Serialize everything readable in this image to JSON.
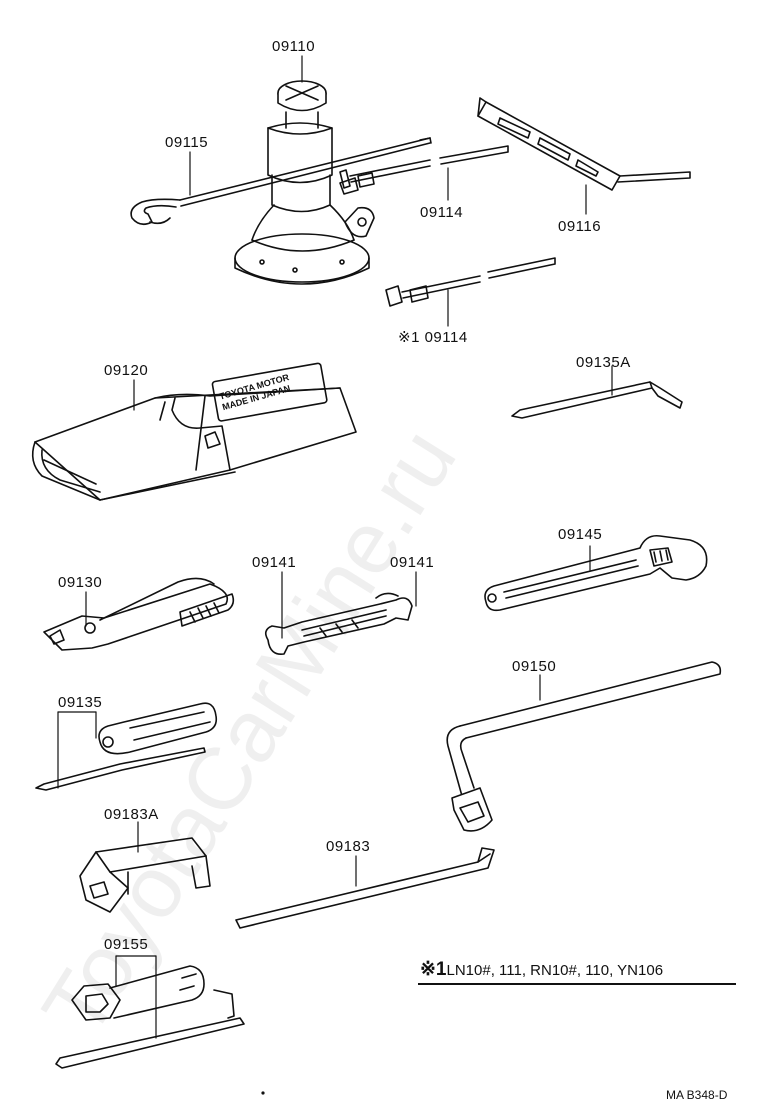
{
  "labels": {
    "jack": "09110",
    "jack_handle": "09115",
    "extension_bar": "09114",
    "extension_bar_alt": "※1 09114",
    "handle_lever": "09116",
    "tool_bag": "09120",
    "screwdriver_bent": "09135A",
    "pliers": "09130",
    "wrench_a": "09141",
    "wrench_b": "09141",
    "adjustable_wrench": "09145",
    "screwdriver_set": "09135",
    "lug_wrench": "09150",
    "hub_nut_wrench": "09183A",
    "tire_lever": "09183",
    "spark_plug_wrench": "09155"
  },
  "bag_text": {
    "line1": "TOYOTA MOTOR",
    "line2": "MADE IN JAPAN"
  },
  "note": {
    "symbol": "※1",
    "text": "LN10#, 111, RN10#, 110, YN106"
  },
  "drawing_code": "MA B348-D",
  "watermark": "ToyotaCarMine.ru",
  "colors": {
    "ink": "#111111",
    "paper": "#ffffff"
  }
}
